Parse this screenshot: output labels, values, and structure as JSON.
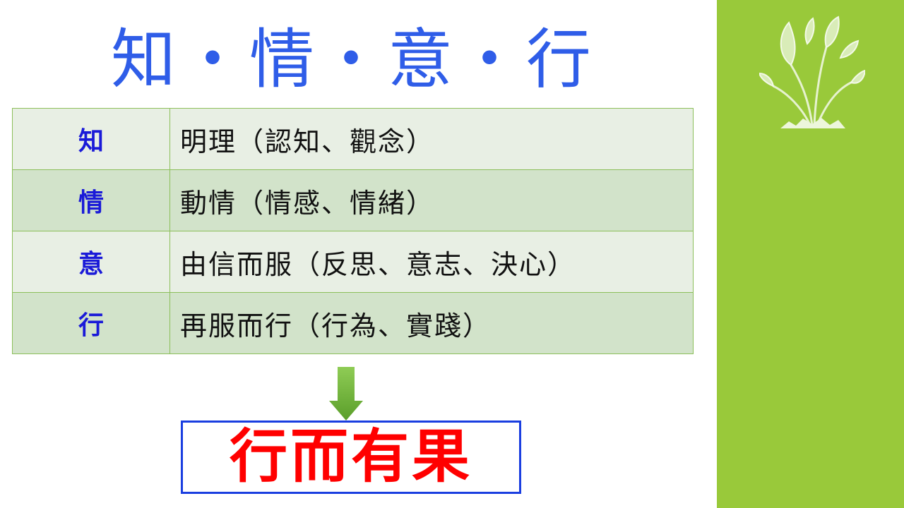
{
  "title": "知・情・意・行",
  "table": {
    "rows": [
      {
        "key": "知",
        "desc": "明理（認知、觀念）"
      },
      {
        "key": "情",
        "desc": "動情（情感、情緒）"
      },
      {
        "key": "意",
        "desc": "由信而服（反思、意志、決心）"
      },
      {
        "key": "行",
        "desc": "再服而行（行為、實踐）"
      }
    ]
  },
  "result": {
    "text": "行而有果"
  },
  "icons": {
    "arrow": "down-arrow-icon",
    "decoration": "plant-sprout-icon"
  },
  "colors": {
    "title": "#2f5de8",
    "key_text": "#1a1ad8",
    "table_border": "#8cbf5a",
    "row_light": "#e8efe4",
    "row_dark": "#d2e3ca",
    "arrow": "#6fb23a",
    "result_border": "#1a3ee0",
    "result_text": "#ff0000",
    "side_panel": "#99c93a"
  }
}
